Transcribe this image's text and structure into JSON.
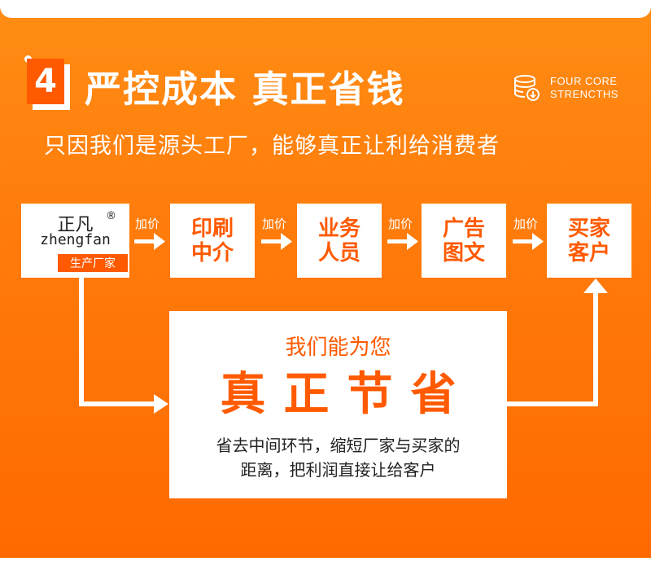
{
  "header": {
    "number": "4",
    "title": "严控成本 真正省钱",
    "subtitle": "只因我们是源头工厂，能够真正让利给消费者",
    "badge_line1": "FOUR CORE",
    "badge_line2": "STRENCTHS",
    "badge_icon": "database-icon"
  },
  "brand": {
    "name_cn": "正凡",
    "reg_mark": "®",
    "name_en": "zhengfan",
    "tag": "生产厂家"
  },
  "flow": {
    "markup_label": "加价",
    "steps": [
      {
        "line1": "印刷",
        "line2": "中介"
      },
      {
        "line1": "业务",
        "line2": "人员"
      },
      {
        "line1": "广告",
        "line2": "图文"
      },
      {
        "line1": "买家",
        "line2": "客户"
      }
    ]
  },
  "card": {
    "top_text": "我们能为您",
    "big_text": "真正节省",
    "desc_line1": "省去中间环节，缩短厂家与买家的",
    "desc_line2": "距离，把利润直接让给客户"
  },
  "colors": {
    "background_top": "#ff8d14",
    "background_bottom": "#ff6a00",
    "accent": "#ff5a00",
    "text_dark": "#222222"
  }
}
